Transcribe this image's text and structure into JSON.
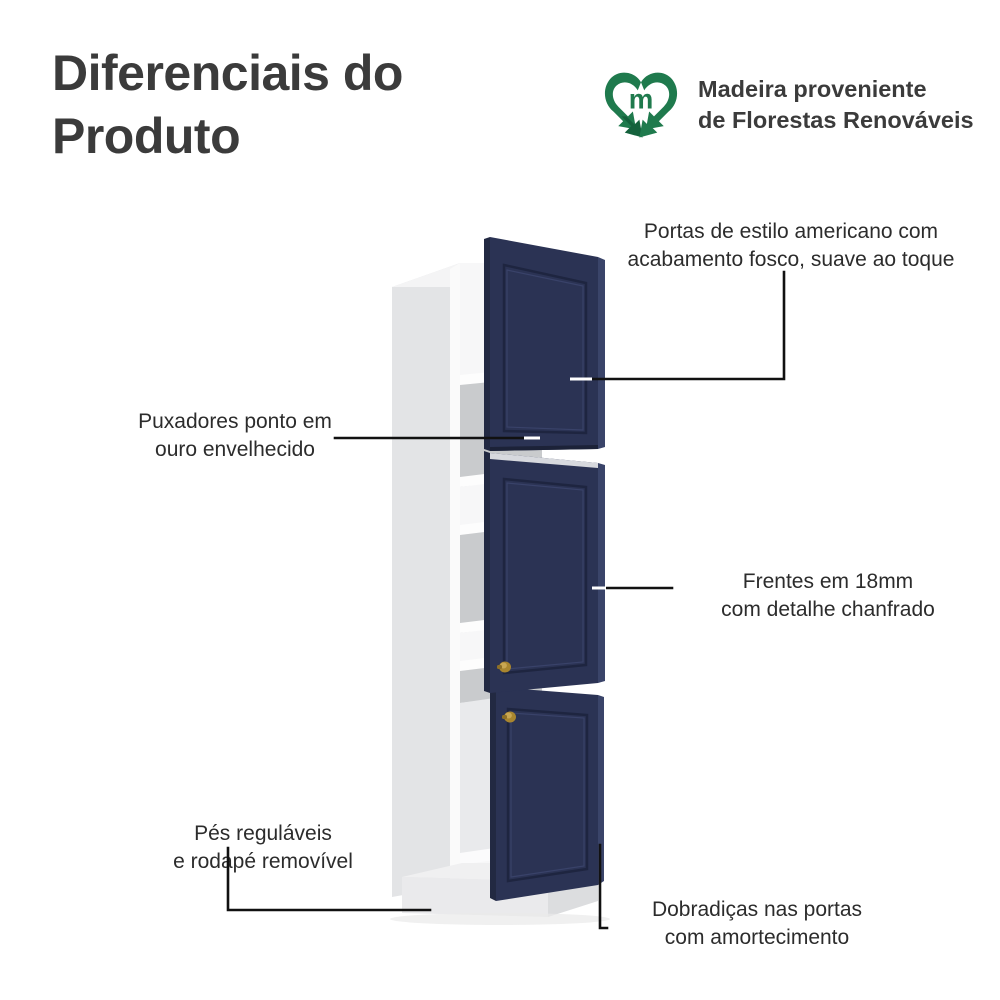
{
  "header": {
    "title": "Diferenciais do\nProduto",
    "badge": {
      "icon": "recycling-heart-logo",
      "text": "Madeira proveniente\nde Florestas Renováveis",
      "logo_color": "#1f7a4d",
      "logo_letter": "m"
    }
  },
  "colors": {
    "background": "#ffffff",
    "title_text": "#3b3b3b",
    "body_text": "#2c2c2c",
    "leader_line": "#111111",
    "door_navy": "#2b3354",
    "door_navy_dark": "#222942",
    "door_navy_edge": "#3a4469",
    "cabinet_white": "#f2f2f2",
    "cabinet_shadow": "#d9dadc",
    "shelf_gray": "#c9cbcd",
    "knob_gold": "#a9862f",
    "eco_green": "#1f7a4d"
  },
  "callouts": [
    {
      "id": "doors",
      "text": "Portas de estilo americano com\nacabamento fosco, suave ao toque"
    },
    {
      "id": "handles",
      "text": "Puxadores ponto em\nouro envelhecido"
    },
    {
      "id": "fronts",
      "text": "Frentes em 18mm\ncom detalhe chanfrado"
    },
    {
      "id": "feet",
      "text": "Pés reguláveis\ne rodapé removível"
    },
    {
      "id": "hinges",
      "text": "Dobradiças nas portas\ncom amortecimento"
    }
  ],
  "product": {
    "name": "tall-kitchen-cabinet",
    "body_finish": "white",
    "door_finish": "navy-blue-matte",
    "door_count": 3,
    "knob_finish": "aged-gold",
    "shelf_count": 4
  }
}
